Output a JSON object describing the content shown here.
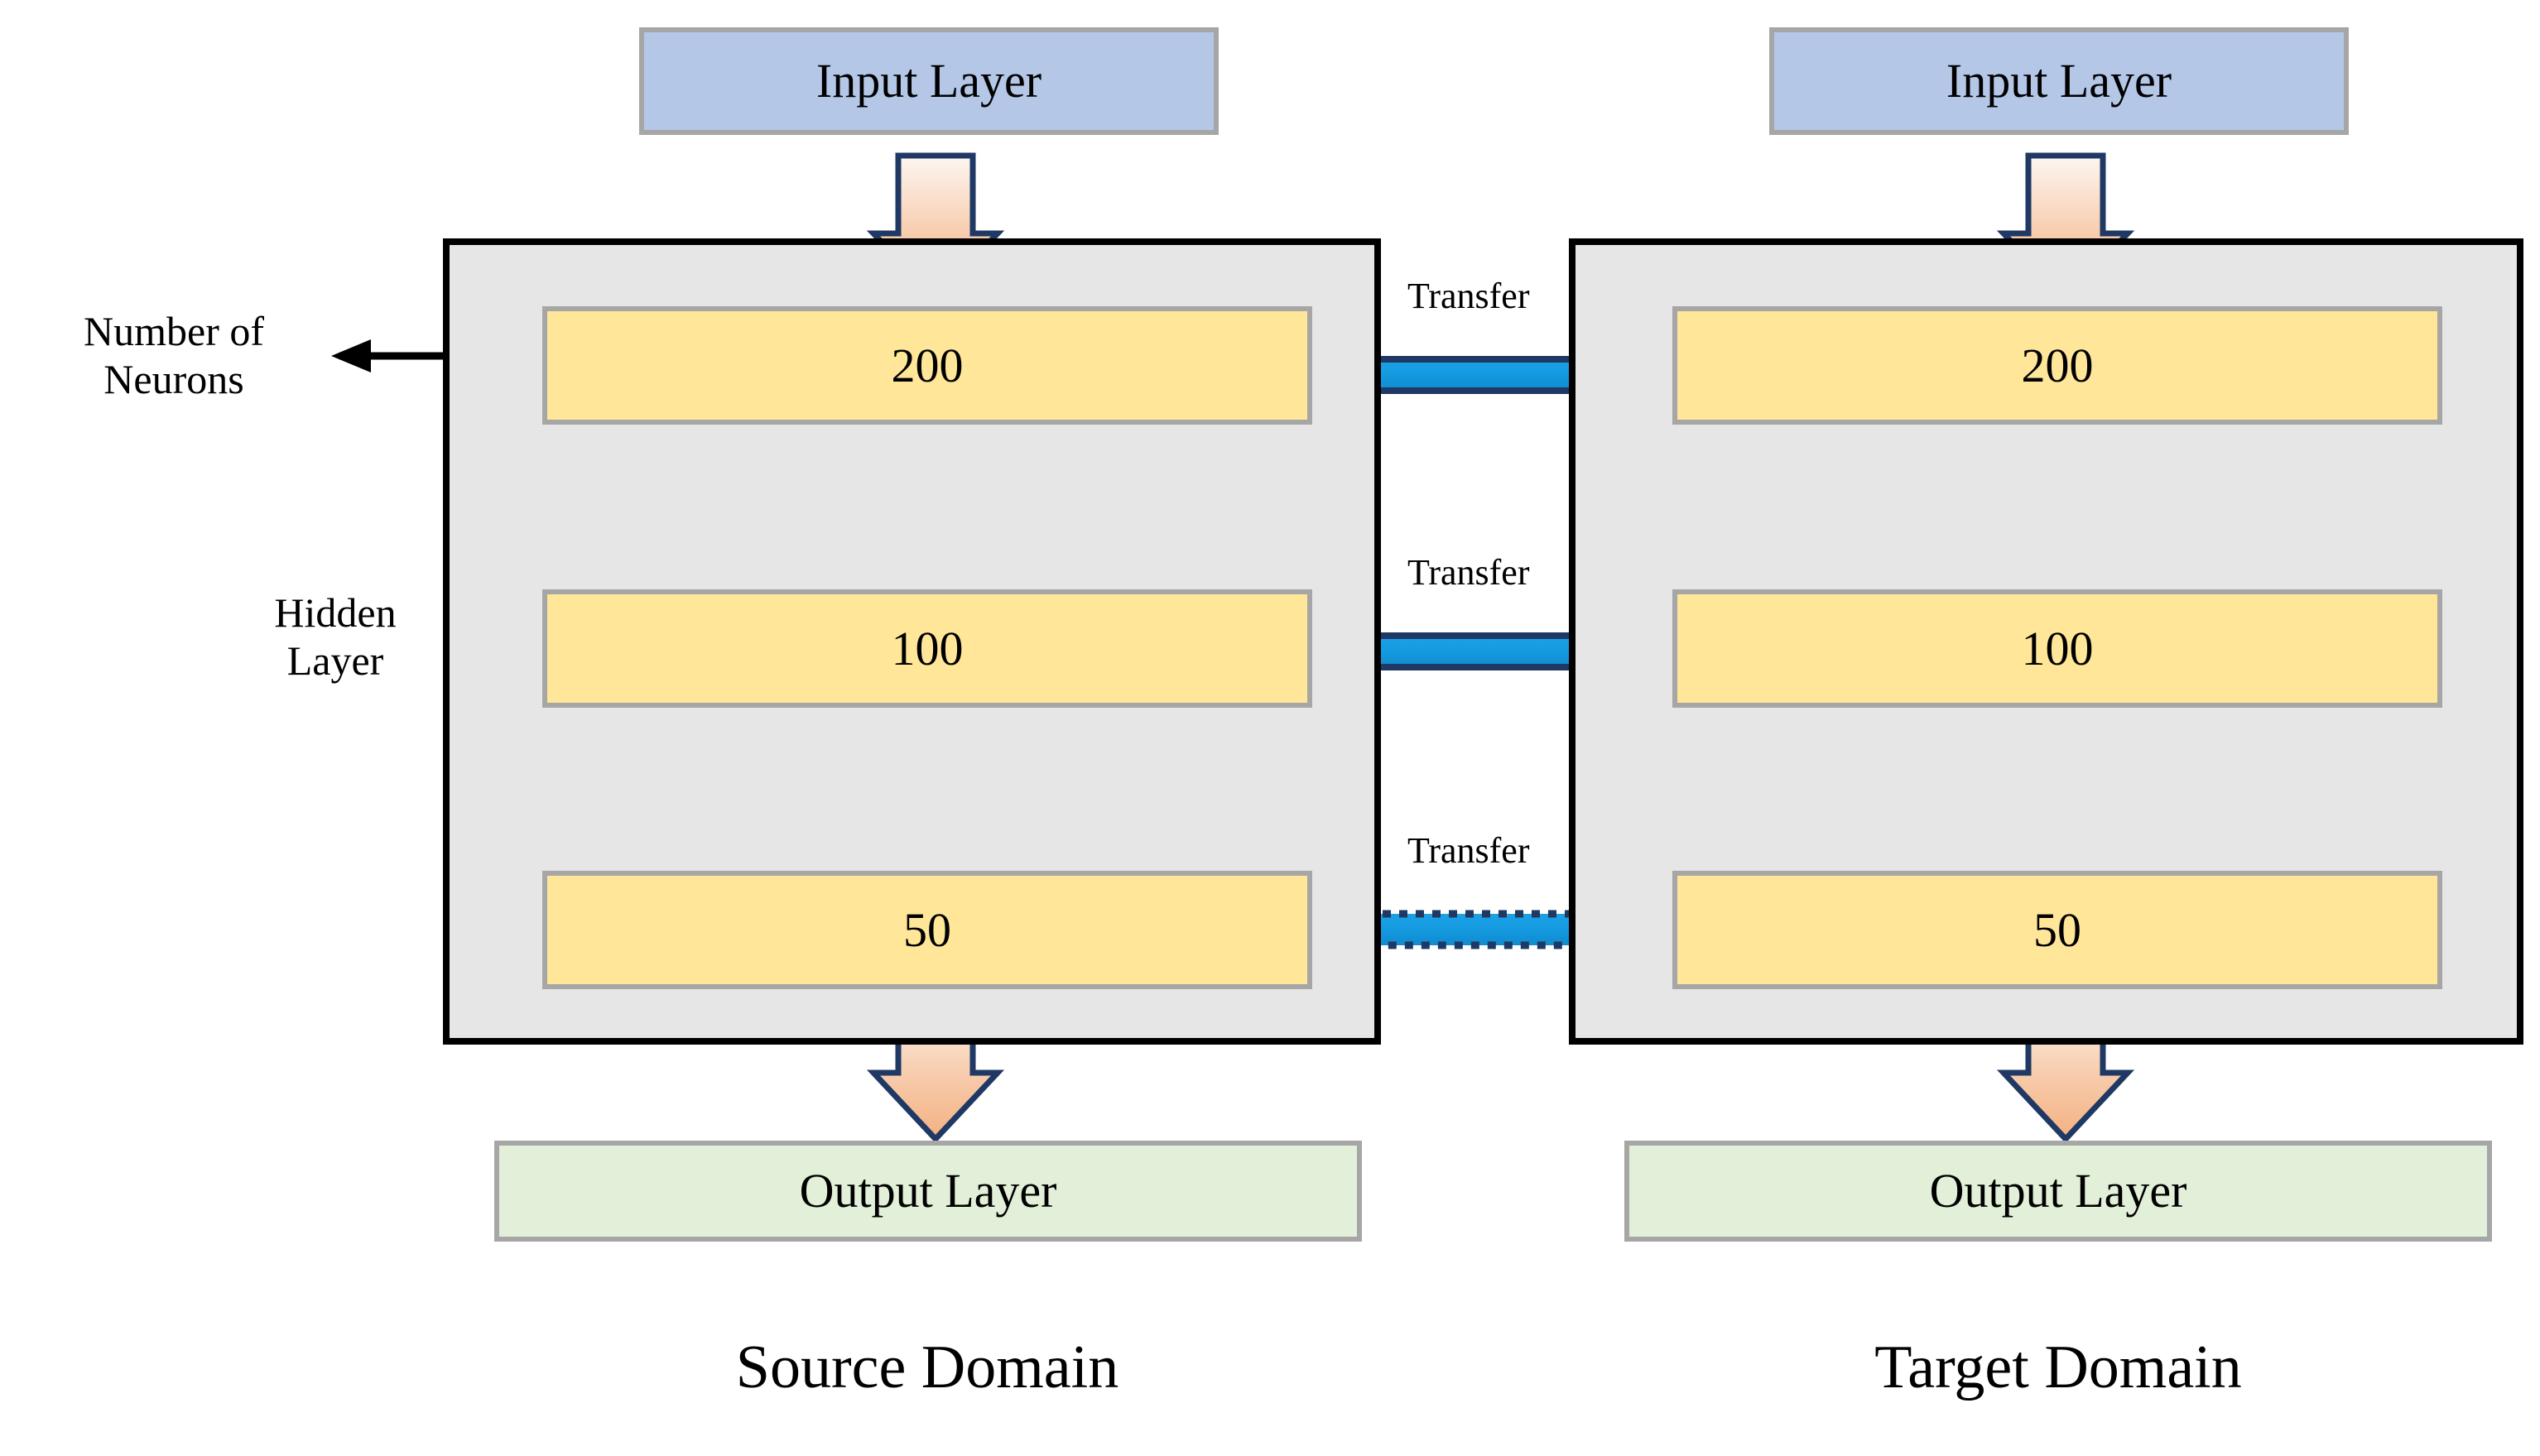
{
  "figure": {
    "title": "Transfer learning network architecture between source and target domains",
    "colors": {
      "input_fill": "#b4c7e7",
      "hidden_fill": "#ffe699",
      "output_fill": "#e2efd9",
      "chip_border": "#a6a6a6",
      "domain_fill": "#e7e6e6",
      "domain_border": "#000000",
      "down_arrow_outline": "#1f3864",
      "down_arrow_fill_top": "#fdf3ec",
      "down_arrow_fill_bottom": "#f4b183",
      "transfer_arrow_fill": "#1b9ae0",
      "transfer_arrow_outline": "#1f3864",
      "text": "#000000"
    }
  },
  "annotations": {
    "neurons_label": "Number of\nNeurons",
    "hidden_layer_label": "Hidden\nLayer"
  },
  "domains": [
    {
      "id": "source",
      "caption": "Source Domain",
      "input_layer": "Input Layer",
      "output_layer": "Output Layer",
      "hidden_layers": [
        {
          "neurons": "200"
        },
        {
          "neurons": "100"
        },
        {
          "neurons": "50"
        }
      ]
    },
    {
      "id": "target",
      "caption": "Target Domain",
      "input_layer": "Input Layer",
      "output_layer": "Output Layer",
      "hidden_layers": [
        {
          "neurons": "200"
        },
        {
          "neurons": "100"
        },
        {
          "neurons": "50"
        }
      ]
    }
  ],
  "transfers": [
    {
      "label": "Transfer",
      "style": "solid",
      "from": "200",
      "to": "200"
    },
    {
      "label": "Transfer",
      "style": "solid",
      "from": "100",
      "to": "100"
    },
    {
      "label": "Transfer",
      "style": "dotted",
      "from": "50",
      "to": "50"
    }
  ],
  "chart_data": {
    "type": "diagram",
    "title": "Transfer learning between Source Domain and Target Domain networks",
    "nodes": [
      {
        "domain": "source",
        "layer": "input",
        "label": "Input Layer"
      },
      {
        "domain": "source",
        "layer": "hidden",
        "label": "200"
      },
      {
        "domain": "source",
        "layer": "hidden",
        "label": "100"
      },
      {
        "domain": "source",
        "layer": "hidden",
        "label": "50"
      },
      {
        "domain": "source",
        "layer": "output",
        "label": "Output Layer"
      },
      {
        "domain": "target",
        "layer": "input",
        "label": "Input Layer"
      },
      {
        "domain": "target",
        "layer": "hidden",
        "label": "200"
      },
      {
        "domain": "target",
        "layer": "hidden",
        "label": "100"
      },
      {
        "domain": "target",
        "layer": "hidden",
        "label": "50"
      },
      {
        "domain": "target",
        "layer": "output",
        "label": "Output Layer"
      }
    ],
    "edges": [
      {
        "from": "source:200",
        "to": "target:200",
        "label": "Transfer",
        "style": "solid"
      },
      {
        "from": "source:100",
        "to": "target:100",
        "label": "Transfer",
        "style": "solid"
      },
      {
        "from": "source:50",
        "to": "target:50",
        "label": "Transfer",
        "style": "dotted"
      }
    ]
  }
}
